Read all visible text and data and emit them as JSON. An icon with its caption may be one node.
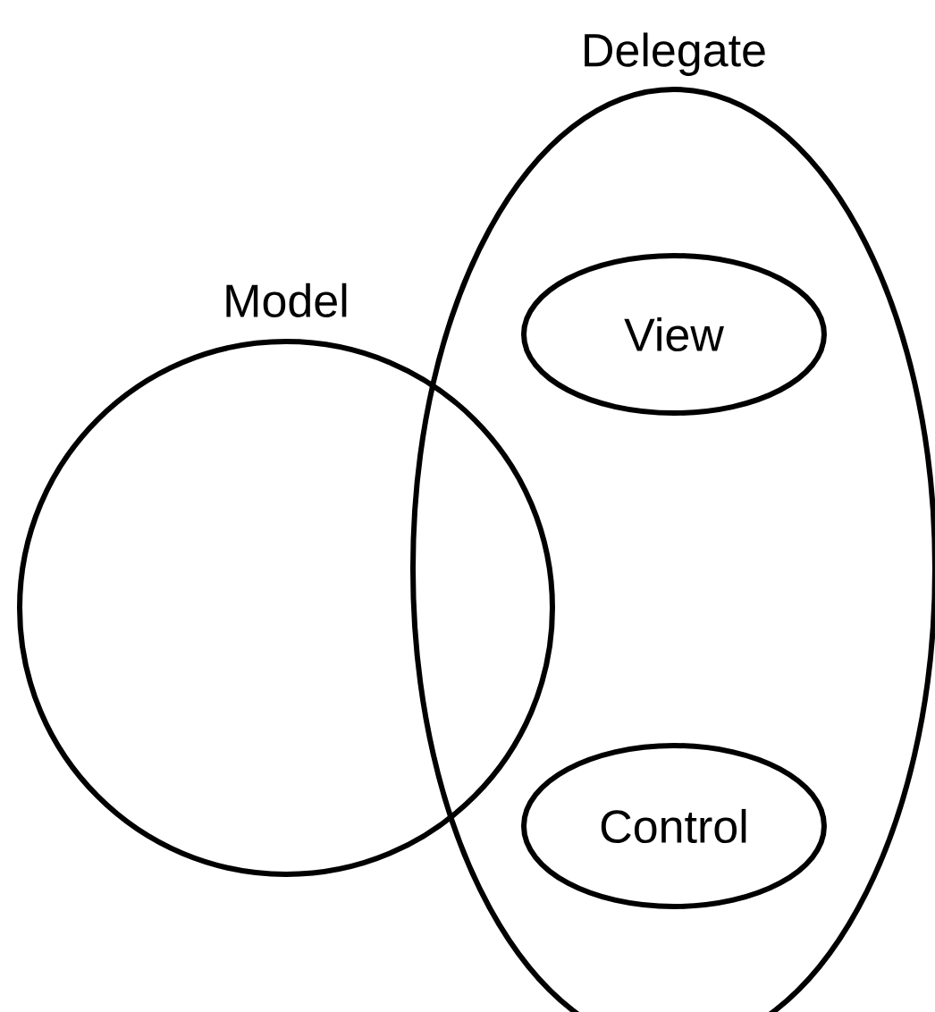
{
  "diagram": {
    "nodes": [
      {
        "text": [
          "Model"
        ]
      },
      {
        "text": [
          "Delegate"
        ]
      },
      {
        "text": [
          "View"
        ],
        "in": 1
      },
      {
        "text": [
          "Control"
        ],
        "in": 1
      }
    ]
  }
}
